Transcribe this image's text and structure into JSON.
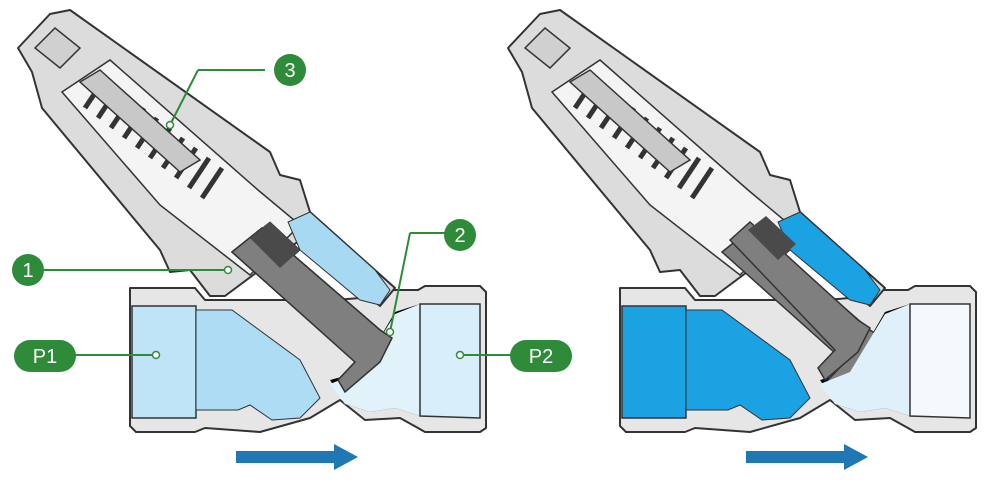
{
  "colors": {
    "body_fill": "#e6e6e6",
    "outline": "#333333",
    "bonnet_fill": "#d6d6d6",
    "spring_fill": "#ffffff",
    "water_light": "#c9e8f8",
    "water_mid": "#9fd4f1",
    "water_deep": "#1aa2e3",
    "piston_fill": "#7f7f7f",
    "callout_green": "#2e8b3a",
    "arrow_blue": "#1f77b4"
  },
  "callouts": {
    "c1": "1",
    "c2": "2",
    "c3": "3",
    "p1": "P1",
    "p2": "P2"
  },
  "flow_direction": "right"
}
